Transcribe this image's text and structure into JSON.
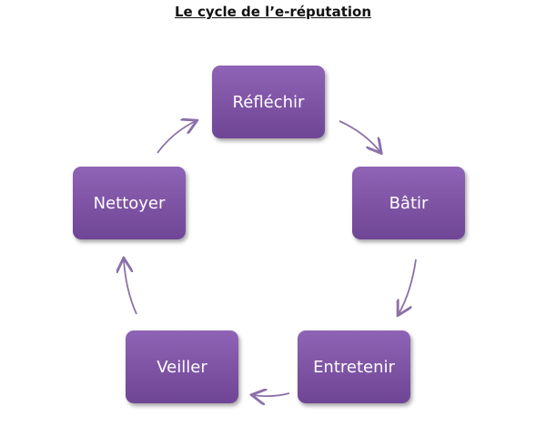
{
  "title": "Le cycle de l’e-réputation",
  "steps": [
    "Réfléchir",
    "Bâtir",
    "Entretenir",
    "Veiller",
    "Nettoyer"
  ],
  "colors": {
    "box": "#7b4fa0",
    "arrow": "#8a70a8"
  }
}
